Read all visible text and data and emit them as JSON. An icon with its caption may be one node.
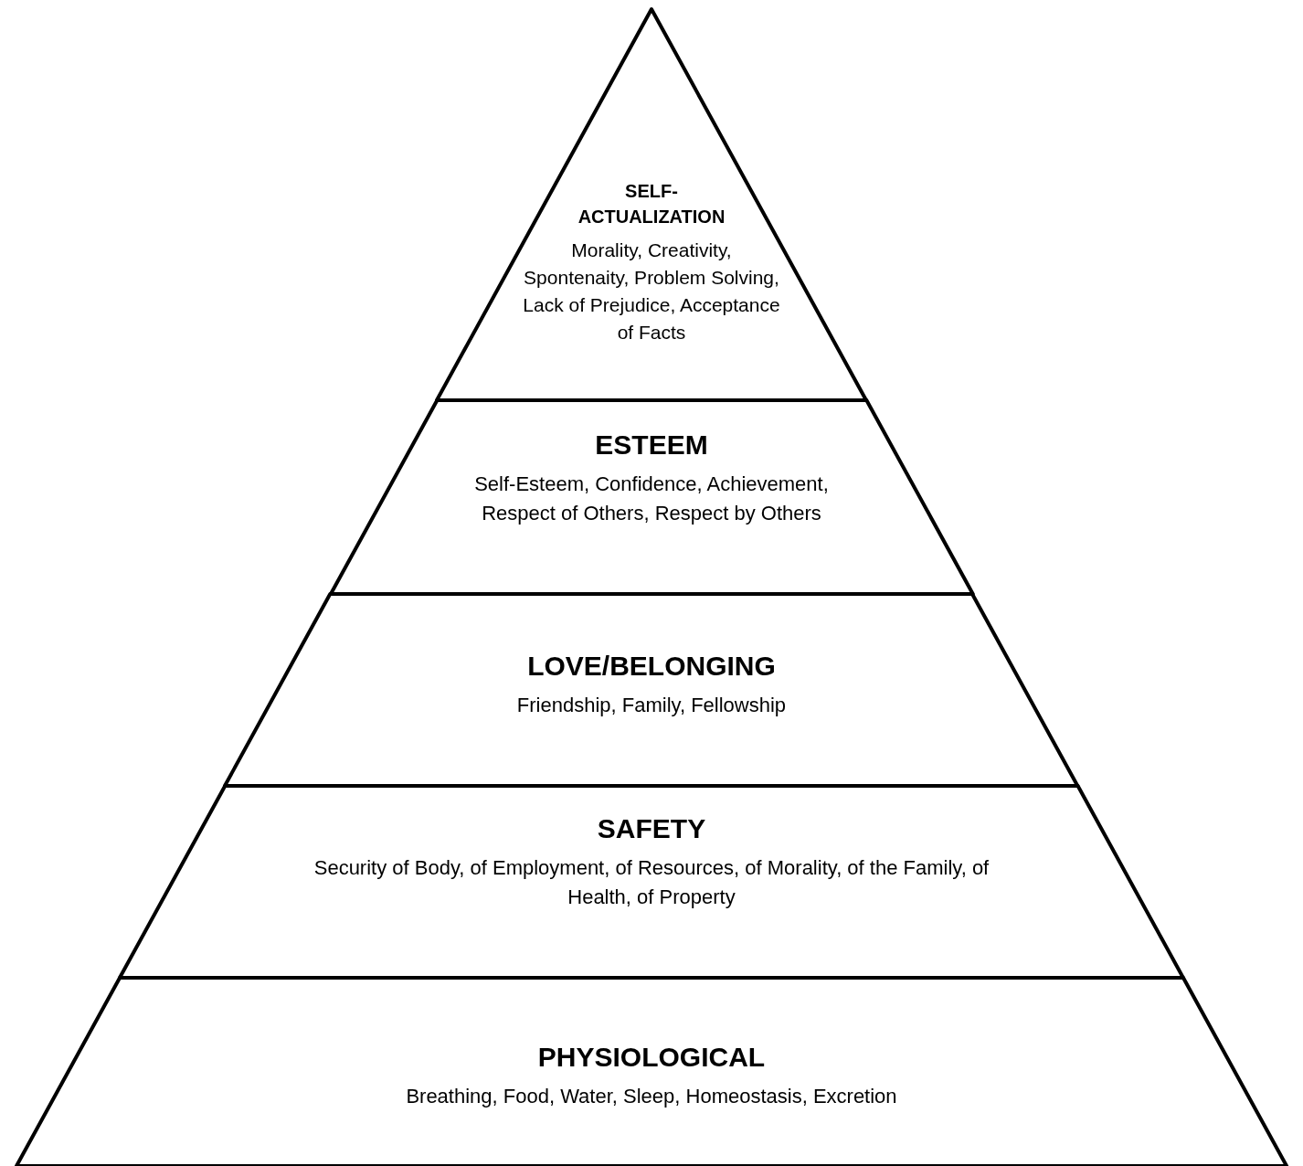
{
  "diagram": {
    "nodes": [
      {
        "text": [
          "SELF-ACTUALIZATION",
          "Morality, Creativity, Spontenaity, Problem Solving, Lack of Prejudice, Acceptance of Facts"
        ]
      },
      {
        "text": [
          "ESTEEM",
          "Self-Esteem, Confidence, Achievement, Respect of Others, Respect by Others"
        ]
      },
      {
        "text": [
          "LOVE/BELONGING",
          "Friendship, Family, Fellowship"
        ]
      },
      {
        "text": [
          "SAFETY",
          "Security of Body, of Employment, of Resources, of Morality, of the Family, of Health, of Property"
        ]
      },
      {
        "text": [
          "PHYSIOLOGICAL",
          "Breathing, Food, Water, Sleep, Homeostasis, Excretion"
        ]
      }
    ],
    "edges": []
  }
}
